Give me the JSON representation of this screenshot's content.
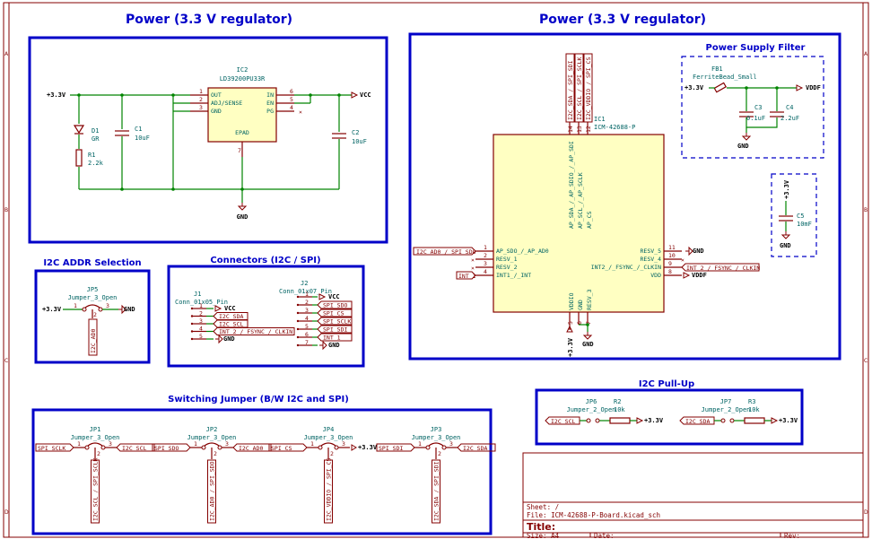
{
  "titles": {
    "left": "Power (3.3 V regulator)",
    "right": "Power (3.3 V regulator)",
    "filter": "Power Supply Filter",
    "i2c_addr": "I2C ADDR Selection",
    "connectors": "Connectors (I2C / SPI)",
    "switching": "Switching Jumper (B/W  I2C and SPI)",
    "pullup": "I2C Pull-Up"
  },
  "regulator": {
    "ref": "IC2",
    "value": "LD39200PU33R",
    "pins_left": [
      "OUT",
      "ADJ/SENSE",
      "GND"
    ],
    "pins_left_num": [
      "1",
      "2",
      "3"
    ],
    "pins_right": [
      "IN",
      "EN",
      "PG"
    ],
    "pins_right_num": [
      "6",
      "5",
      "4"
    ],
    "bottom_pin": "EPAD",
    "bottom_num": "7",
    "vin_label": "+3.3V",
    "vout_label": "VCC",
    "gnd_label": "GND",
    "d1_ref": "D1",
    "d1_val": "GR",
    "r1_ref": "R1",
    "r1_val": "2.2k",
    "c1_ref": "C1",
    "c1_val": "10uF",
    "c2_ref": "C2",
    "c2_val": "10uF"
  },
  "imu": {
    "ref": "IC1",
    "value": "ICM-42688-P",
    "top_pins": [
      "AP_SDA_/_AP_SDIO_/_AP_SDI",
      "AP_SCL_/_AP_SCLK",
      "AP_CS"
    ],
    "top_nums": [
      "14",
      "13",
      "12"
    ],
    "top_labels": [
      "I2C_SDA / SPI_SDI",
      "I2C_SCL / SPI_SCLK",
      "I2C_VDDIO / SPI_CS"
    ],
    "left_pins": [
      "AP_SDO_/_AP_AD0",
      "RESV_1",
      "RESV_2",
      "INT1_/_INT"
    ],
    "left_nums": [
      "1",
      "2",
      "3",
      "4"
    ],
    "left_labels": [
      "I2C_AD0 / SPI_SDO",
      "",
      "",
      "INT_1"
    ],
    "right_pins": [
      "RESV_5",
      "RESV_4",
      "INT2_/_FSYNC_/_CLKIN",
      "VDD"
    ],
    "right_nums": [
      "11",
      "10",
      "9",
      "8"
    ],
    "right_labels": [
      "GND",
      "",
      "INT_2 / FSYNC / CLKIN",
      "VDDF"
    ],
    "bottom_pins": [
      "VDDIO",
      "GND",
      "RESV_3"
    ],
    "bottom_nums": [
      "5",
      "6",
      "7"
    ],
    "bottom_labels": [
      "+3.3V",
      "GND"
    ]
  },
  "filter": {
    "fb_ref": "FB1",
    "fb_val": "FerriteBead_Small",
    "in_label": "+3.3V",
    "out_label": "VDDF",
    "c3_ref": "C3",
    "c3_val": "0.1uF",
    "c4_ref": "C4",
    "c4_val": "2.2uF",
    "gnd_label": "GND"
  },
  "c5": {
    "ref": "C5",
    "val": "10mF",
    "top": "+3.3V",
    "bottom": "GND"
  },
  "jp5": {
    "ref": "JP5",
    "val": "Jumper_3_Open",
    "left": "+3.3V",
    "right": "GND",
    "bottom": "I2C_AD0",
    "pins": [
      "1",
      "2",
      "3"
    ]
  },
  "j1": {
    "ref": "J1",
    "val": "Conn_01x05_Pin",
    "pins": [
      "1",
      "2",
      "3",
      "4",
      "5"
    ],
    "labels": [
      "VCC",
      "I2C_SDA",
      "I2C_SCL",
      "INT_2 / FSYNC / CLKIN",
      "GND"
    ]
  },
  "j2": {
    "ref": "J2",
    "val": "Conn_01x07_Pin",
    "pins": [
      "1",
      "2",
      "3",
      "4",
      "5",
      "6",
      "7"
    ],
    "labels": [
      "VCC",
      "SPI_SDO",
      "SPI_CS",
      "SPI_SCLK",
      "SPI_SDI",
      "INT_1",
      "GND"
    ]
  },
  "jumpers": [
    {
      "ref": "JP1",
      "val": "Jumper_3_Open",
      "left": "SPI_SCLK",
      "right": "I2C_SCL",
      "bottom": "I2C_SCL / SPI_SCLK"
    },
    {
      "ref": "JP2",
      "val": "Jumper_3_Open",
      "left": "SPI_SDO",
      "right": "I2C_AD0",
      "bottom": "I2C_AD0 / SPI_SDO"
    },
    {
      "ref": "JP4",
      "val": "Jumper_3_Open",
      "left": "SPI_CS",
      "right": "+3.3V",
      "bottom": "I2C_VDDIO / SPI_CS"
    },
    {
      "ref": "JP3",
      "val": "Jumper_3_Open",
      "left": "SPI_SDI",
      "right": "I2C_SDA",
      "bottom": "I2C_SDA / SPI_SDI"
    }
  ],
  "jumper_pins": [
    "1",
    "2",
    "3"
  ],
  "pullups": [
    {
      "jp": "JP6",
      "jp_val": "Jumper_2_Open",
      "r": "R2",
      "r_val": "10k",
      "net": "I2C_SCL",
      "pwr": "+3.3V"
    },
    {
      "jp": "JP7",
      "jp_val": "Jumper_2_Open",
      "r": "R3",
      "r_val": "10k",
      "net": "I2C_SDA",
      "pwr": "+3.3V"
    }
  ],
  "title_block": {
    "sheet": "Sheet: /",
    "file": "File: ICM-42688-P-Board.kicad_sch",
    "title": "Title:",
    "size": "Size: A4",
    "date": "Date:",
    "rev": "Rev:"
  },
  "border": {
    "rows": [
      "A",
      "B",
      "C",
      "D"
    ]
  }
}
